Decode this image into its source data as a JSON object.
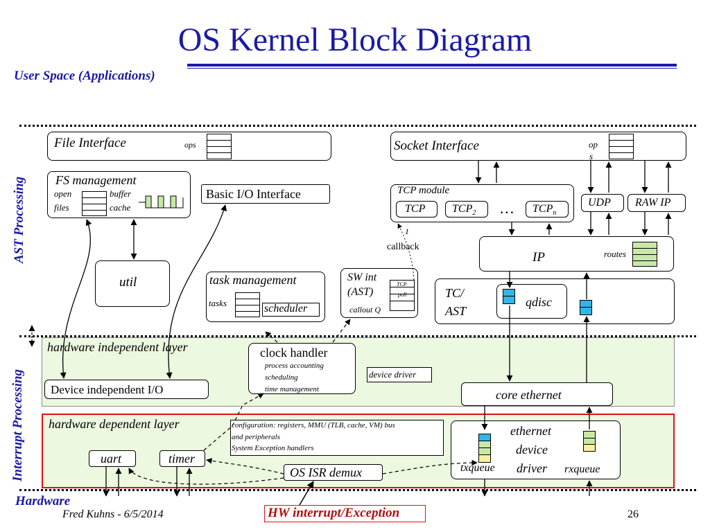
{
  "title": "OS Kernel Block Diagram",
  "user_space": "User Space (Applications)",
  "side_labels": {
    "ast": "AST Processing",
    "interrupt": "Interrupt Processing",
    "hardware": "Hardware"
  },
  "file_interface": {
    "label": "File Interface",
    "ops": "ops"
  },
  "socket_interface": {
    "label": "Socket Interface",
    "ops_a": "op",
    "ops_b": "s"
  },
  "fs_management": {
    "label": "FS management",
    "open": "open",
    "files": "files",
    "buffer": "buffer",
    "cache": "cache"
  },
  "basic_io": "Basic I/O Interface",
  "util": "util",
  "task_management": {
    "label": "task management",
    "tasks": "tasks",
    "scheduler": "scheduler"
  },
  "sw_int": {
    "line1": "SW int",
    "line2": "(AST)",
    "callout": "callout Q",
    "tcp": "TCP",
    "poll": "poll"
  },
  "tcp_module": {
    "label": "TCP module",
    "tcp": "TCP",
    "tcp2": "TCP",
    "tcp2_sub": "2",
    "ellipsis": "…",
    "tcpn": "TCP",
    "tcpn_sub": "n"
  },
  "callback": {
    "num": "1",
    "label": "callback"
  },
  "udp": "UDP",
  "raw_ip": "RAW IP",
  "ip": {
    "label": "IP",
    "routes": "routes"
  },
  "tc_ast": {
    "line1": "TC/",
    "line2": "AST",
    "qdisc": "qdisc"
  },
  "hw_independent": "hardware independent layer",
  "clock_handler": {
    "label": "clock handler",
    "l1": "process accounting",
    "l2": "scheduling",
    "l3": "time management"
  },
  "device_driver": "device driver",
  "device_independent_io": "Device independent I/O",
  "core_ethernet": "core ethernet",
  "hw_dependent": "hardware dependent layer",
  "config": {
    "l1": "configuration: registers, MMU (TLB, cache, VM) bus",
    "l2": "and peripherals",
    "l3": "System Exception handlers"
  },
  "eth_driver": {
    "l1": "ethernet",
    "l2": "device",
    "l3": "driver",
    "txqueue": "txqueue",
    "rxqueue": "rxqueue"
  },
  "uart": "uart",
  "timer": "timer",
  "os_isr": "OS ISR demux",
  "hw_interrupt": "HW interrupt/Exception",
  "footer": {
    "author": "Fred Kuhns - 6/5/2014",
    "page": "26"
  },
  "colors": {
    "title": "#1a1aa6",
    "layer_fill": "#ecf8df",
    "queue_blue": "#33b5e5",
    "queue_green": "#c9e8a8",
    "queue_yellow": "#f7f0a0",
    "red_border": "#e01010"
  }
}
